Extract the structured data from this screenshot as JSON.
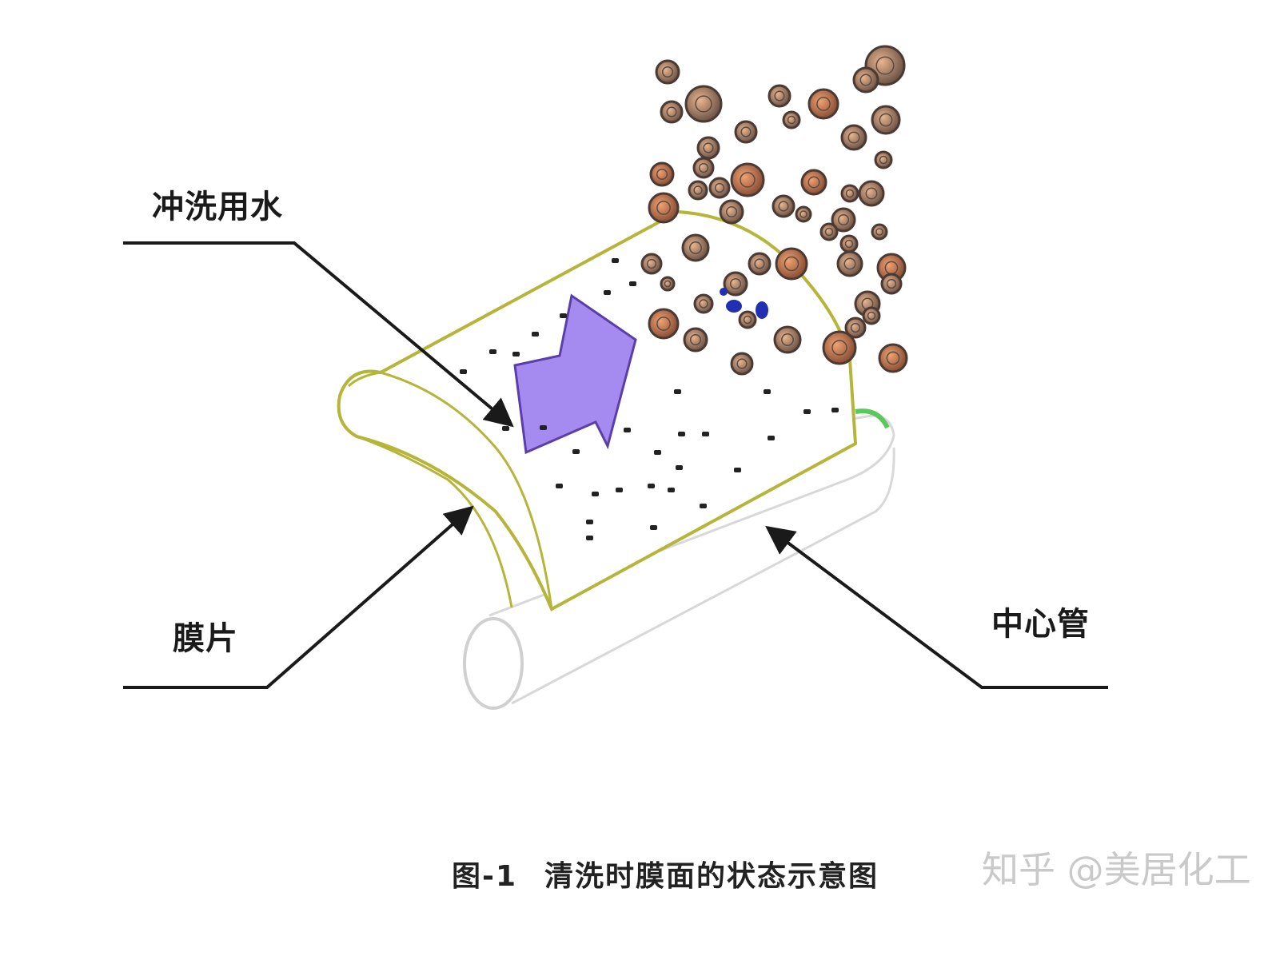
{
  "labels": {
    "flush_water": "冲洗用水",
    "membrane_sheet": "膜片",
    "center_tube": "中心管"
  },
  "caption": {
    "figure_number": "图-1",
    "title": "清洗时膜面的状态示意图"
  },
  "watermark": "知乎 @美居化工",
  "colors": {
    "membrane_edge": "#b5b53a",
    "arrow_fill": "#a58bf0",
    "arrow_stroke": "#5a3fa8",
    "particle_fill": "#9a7a66",
    "particle_warm": "#d98a5a",
    "leader_line": "#1a1a1a",
    "tube_end_accent": "#5ac85a"
  }
}
